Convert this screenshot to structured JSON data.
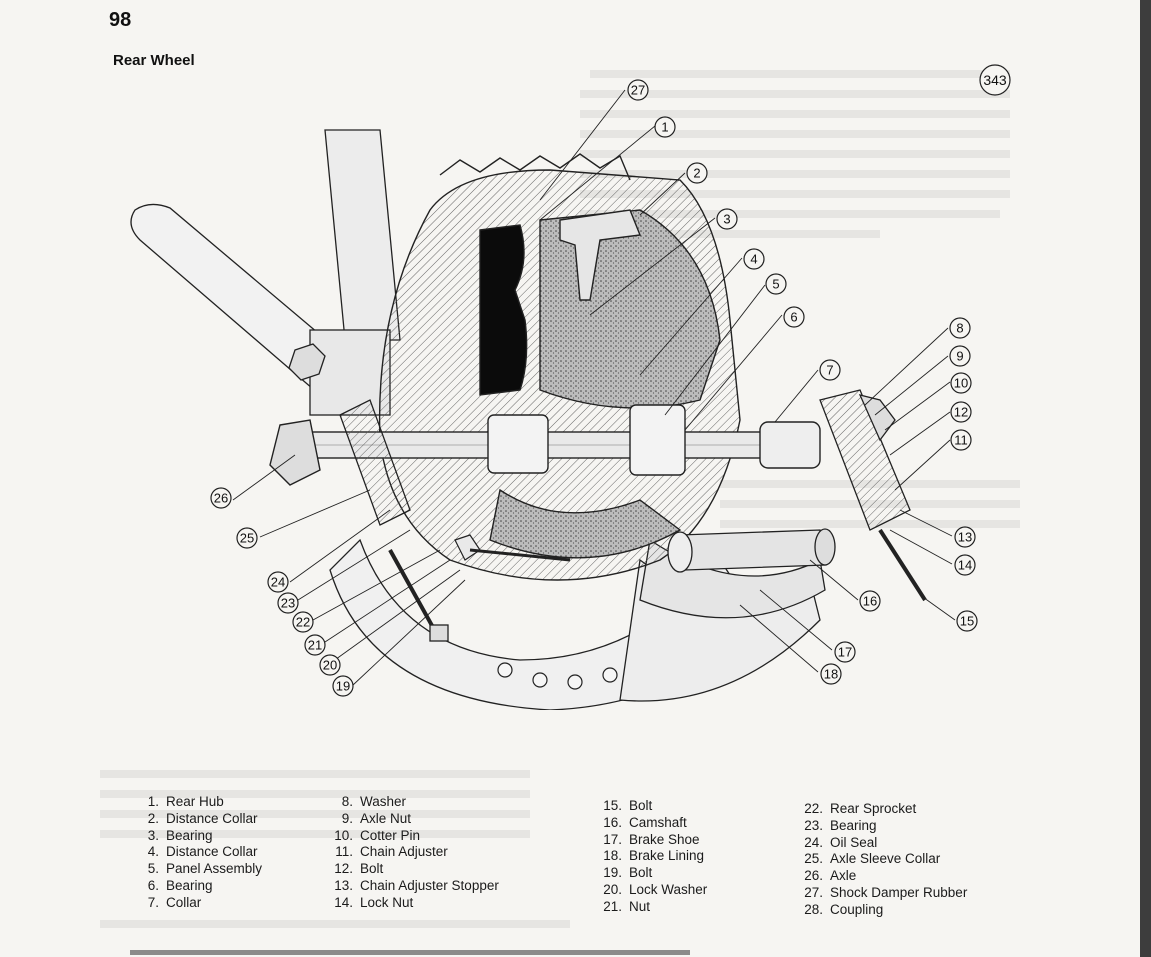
{
  "page": {
    "number": "98",
    "title": "Rear Wheel",
    "figure_number": "343"
  },
  "callouts": [
    "1",
    "2",
    "3",
    "4",
    "5",
    "6",
    "7",
    "8",
    "9",
    "10",
    "11",
    "12",
    "13",
    "14",
    "15",
    "16",
    "17",
    "18",
    "19",
    "20",
    "21",
    "22",
    "23",
    "24",
    "25",
    "26",
    "27"
  ],
  "legend": {
    "col1": [
      {
        "num": "1.",
        "label": "Rear Hub"
      },
      {
        "num": "2.",
        "label": "Distance Collar"
      },
      {
        "num": "3.",
        "label": "Bearing"
      },
      {
        "num": "4.",
        "label": "Distance Collar"
      },
      {
        "num": "5.",
        "label": "Panel Assembly"
      },
      {
        "num": "6.",
        "label": "Bearing"
      },
      {
        "num": "7.",
        "label": "Collar"
      }
    ],
    "col2": [
      {
        "num": "8.",
        "label": "Washer"
      },
      {
        "num": "9.",
        "label": "Axle Nut"
      },
      {
        "num": "10.",
        "label": "Cotter Pin"
      },
      {
        "num": "11.",
        "label": "Chain Adjuster"
      },
      {
        "num": "12.",
        "label": "Bolt"
      },
      {
        "num": "13.",
        "label": "Chain Adjuster Stopper"
      },
      {
        "num": "14.",
        "label": "Lock Nut"
      }
    ],
    "col3": [
      {
        "num": "15.",
        "label": "Bolt"
      },
      {
        "num": "16.",
        "label": "Camshaft"
      },
      {
        "num": "17.",
        "label": "Brake Shoe"
      },
      {
        "num": "18.",
        "label": "Brake Lining"
      },
      {
        "num": "19.",
        "label": "Bolt"
      },
      {
        "num": "20.",
        "label": "Lock Washer"
      },
      {
        "num": "21.",
        "label": "Nut"
      }
    ],
    "col4": [
      {
        "num": "22.",
        "label": "Rear Sprocket"
      },
      {
        "num": "23.",
        "label": "Bearing"
      },
      {
        "num": "24.",
        "label": "Oil Seal"
      },
      {
        "num": "25.",
        "label": "Axle Sleeve Collar"
      },
      {
        "num": "26.",
        "label": "Axle"
      },
      {
        "num": "27.",
        "label": "Shock Damper Rubber"
      },
      {
        "num": "28.",
        "label": "Coupling"
      }
    ]
  }
}
